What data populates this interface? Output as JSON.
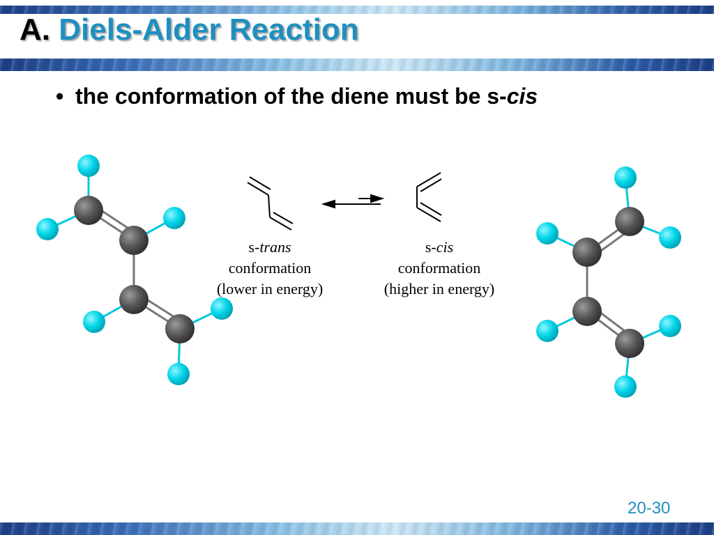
{
  "slide": {
    "title_prefix": "A.",
    "title_main": "Diels-Alder Reaction",
    "bullet_text": "the conformation of the diene must be s-",
    "bullet_emphasis": "cis",
    "page_number": "20-30"
  },
  "equilibrium": {
    "left": {
      "prefix": "s-",
      "name": "trans",
      "line2": "conformation",
      "line3": "(lower in energy)"
    },
    "right": {
      "prefix": "s-",
      "name": "cis",
      "line2": "conformation",
      "line3": "(higher in energy)"
    }
  },
  "colors": {
    "title_accent": "#1f8fbf",
    "carbon_atom": "#555555",
    "hydrogen_atom": "#00d4e8",
    "bond": "#777777"
  },
  "icons": {
    "bullet": "•"
  }
}
